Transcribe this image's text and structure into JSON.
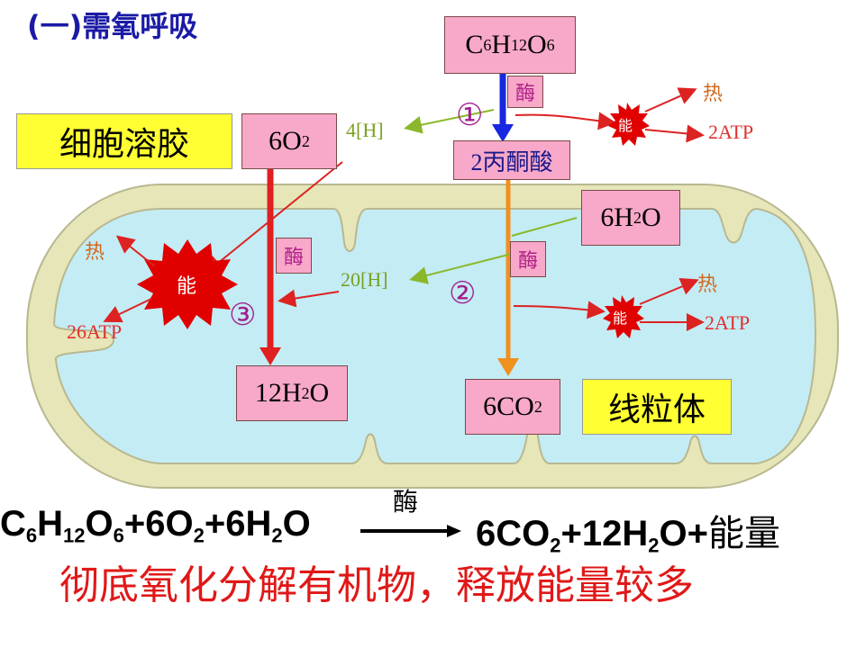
{
  "title": "(一)需氧呼吸",
  "boxes": {
    "glucose": {
      "main": "C",
      "s1": "6",
      "m2": "H",
      "s2": "12",
      "m3": "O",
      "s3": "6"
    },
    "pyruvate": "2丙酮酸",
    "oxygen": {
      "main": "6O",
      "sub": "2"
    },
    "water_in": {
      "main": "6H",
      "sub": "2",
      "tail": "O"
    },
    "water_out": {
      "main": "12H",
      "sub": "2",
      "tail": "O"
    },
    "co2": {
      "main": "6CO",
      "sub": "2"
    },
    "cytosol": "细胞溶胶",
    "mitochondria": "线粒体"
  },
  "enzyme": "酶",
  "energy": "能",
  "heat": "热",
  "stage_marks": [
    "①",
    "②",
    "③"
  ],
  "labels": {
    "h4": "4[H]",
    "h20": "20[H]",
    "atp2_a": "2ATP",
    "atp2_b": "2ATP",
    "atp26": "26ATP"
  },
  "equation": {
    "left": {
      "c": "C",
      "c6": "6",
      "h": "H",
      "h12": "12",
      "o": "O",
      "o6": "6",
      "plus_o2": "+6O",
      "o2sub": "2",
      "plus_h2o": "+6H",
      "h2sub": "2",
      "o_end": "O"
    },
    "arrow_label": "酶",
    "right": {
      "co": "6CO",
      "co2sub": "2",
      "plus": "+12H",
      "h2sub": "2",
      "o_end": "O+",
      "energy": "能量"
    }
  },
  "summary": "彻底氧化分解有机物，释放能量较多"
}
